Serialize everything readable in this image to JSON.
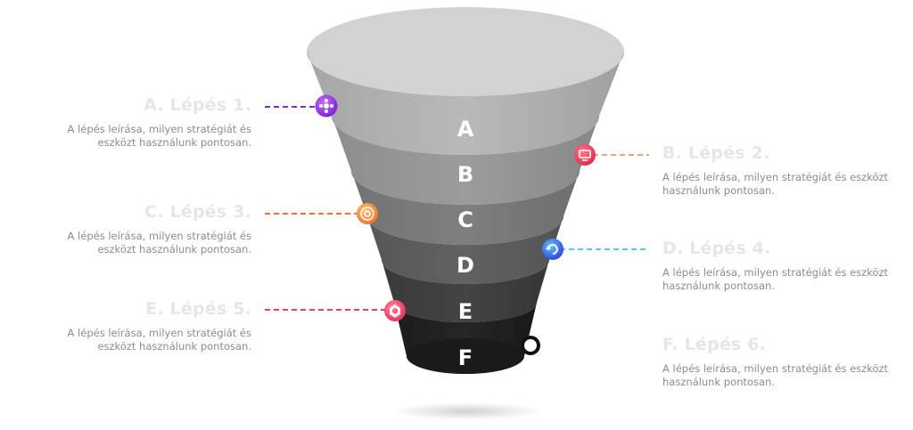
{
  "funnel": {
    "layers": [
      "A",
      "B",
      "C",
      "D",
      "E",
      "F"
    ]
  },
  "steps": [
    {
      "title": "A. Lépés 1.",
      "desc": "A lépés leírása, milyen stratégiát és eszközt használunk pontosan.",
      "color": "#6a32e0"
    },
    {
      "title": "B. Lépés 2.",
      "desc": "A lépés leírása, milyen stratégiát és eszközt használunk pontosan.",
      "color": "#f2a08a"
    },
    {
      "title": "C. Lépés 3.",
      "desc": "A lépés leírása, milyen stratégiát és eszközt használunk pontosan.",
      "color": "#f26a3e"
    },
    {
      "title": "D. Lépés 4.",
      "desc": "A lépés leírása, milyen stratégiát és eszközt használunk pontosan.",
      "color": "#5cc6ee"
    },
    {
      "title": "E. Lépés 5.",
      "desc": "A lépés leírása, milyen stratégiát és eszközt használunk pontosan.",
      "color": "#ee3d68"
    },
    {
      "title": "F. Lépés 6.",
      "desc": "A lépés leírása, milyen stratégiát és eszközt használunk pontosan.",
      "color": "#111111"
    }
  ],
  "icons": [
    "network-icon",
    "presentation-icon",
    "target-icon",
    "refresh-icon",
    "badge-icon",
    "ring-icon"
  ]
}
